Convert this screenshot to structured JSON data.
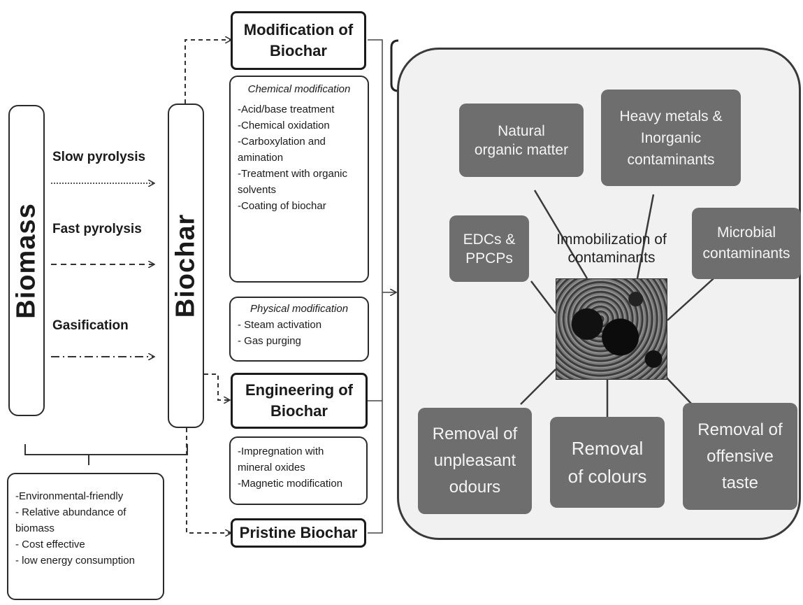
{
  "biomass": "Biomass",
  "biochar": "Biochar",
  "processes": {
    "slow": "Slow pyrolysis",
    "fast": "Fast pyrolysis",
    "gas": "Gasification"
  },
  "advantages": [
    "-Environmental-friendly",
    "- Relative abundance of",
    "biomass",
    "- Cost effective",
    "- low energy consumption"
  ],
  "modification": {
    "title_line1": "Modification of",
    "title_line2": "Biochar"
  },
  "chemical": {
    "heading": "Chemical modification",
    "items": [
      "-Acid/base treatment",
      "-Chemical oxidation",
      "-Carboxylation and",
      "amination",
      "-Treatment with organic",
      "solvents",
      "-Coating of biochar"
    ]
  },
  "physical": {
    "heading": "Physical modification",
    "items": [
      "- Steam activation",
      "- Gas purging"
    ]
  },
  "engineering": {
    "title_line1": "Engineering of",
    "title_line2": "Biochar",
    "items": [
      "-Impregnation with",
      "mineral oxides",
      "-Magnetic modification"
    ]
  },
  "pristine": "Pristine Biochar",
  "center": {
    "line1": "Immobilization of",
    "line2": "contaminants"
  },
  "tiles": {
    "natural": [
      "Natural",
      "organic matter"
    ],
    "heavy": [
      "Heavy metals &",
      "Inorganic",
      "contaminants"
    ],
    "edcs": [
      "EDCs &",
      "PPCPs"
    ],
    "microbial": [
      "Microbial",
      "contaminants"
    ],
    "odours": [
      "Removal of",
      "unpleasant",
      "odours"
    ],
    "colours": [
      "Removal",
      "of colours"
    ],
    "taste": [
      "Removal of",
      "offensive",
      "taste"
    ]
  }
}
